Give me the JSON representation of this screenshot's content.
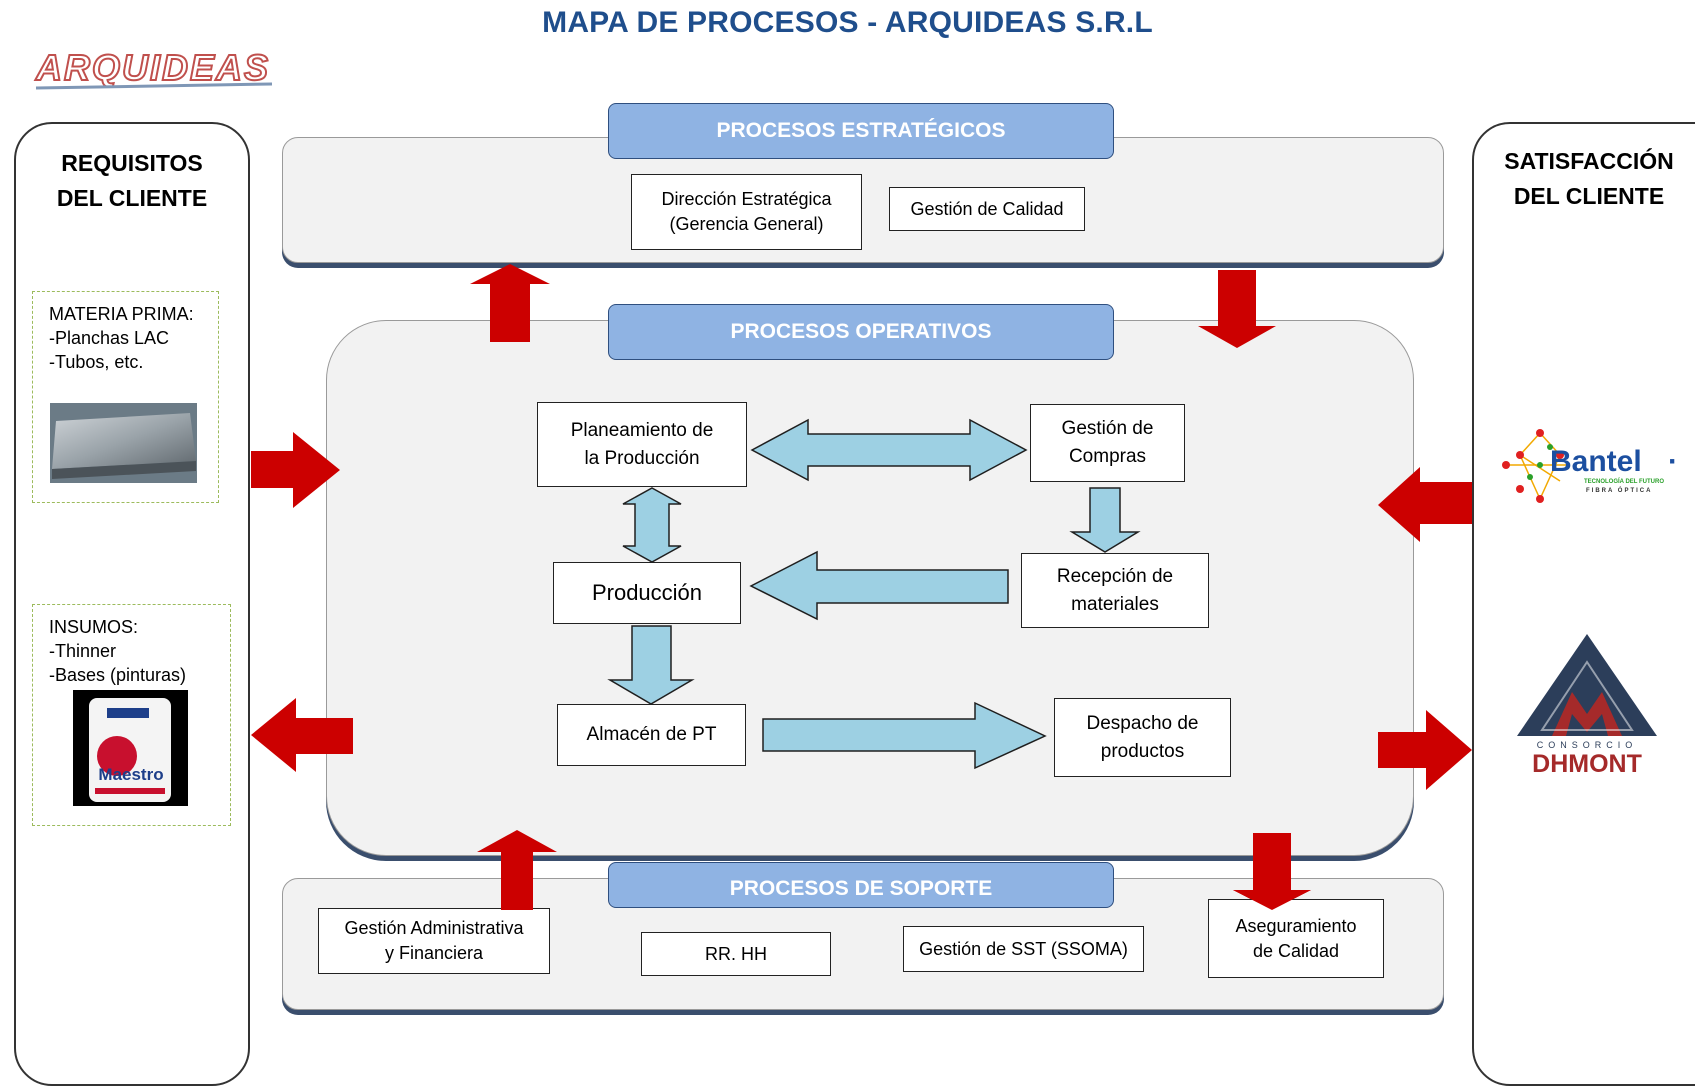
{
  "title": "MAPA DE PROCESOS - ARQUIDEAS S.R.L",
  "logo_text": "ARQUIDEAS",
  "left_panel": {
    "title_line1": "REQUISITOS",
    "title_line2": "DEL CLIENTE",
    "materia_prima": {
      "heading": "MATERIA PRIMA:",
      "items": [
        "-Planchas LAC",
        "-Tubos, etc."
      ]
    },
    "insumos": {
      "heading": "INSUMOS:",
      "items": [
        "-Thinner",
        "-Bases (pinturas)"
      ],
      "can_label": "Maestro"
    }
  },
  "right_panel": {
    "title_line1": "SATISFACCIÓN",
    "title_line2": "DEL CLIENTE",
    "client1": {
      "name": "Bantel",
      "tagline1": "TECNOLOGÍA DEL FUTURO",
      "tagline2": "FIBRA ÓPTICA"
    },
    "client2": {
      "small": "CONSORCIO",
      "name": "DHMONT"
    }
  },
  "strategic": {
    "banner": "PROCESOS ESTRATÉGICOS",
    "boxes": [
      {
        "line1": "Dirección Estratégica",
        "line2": "(Gerencia General)"
      },
      {
        "line1": "Gestión de Calidad",
        "line2": ""
      }
    ]
  },
  "operative": {
    "banner": "PROCESOS OPERATIVOS",
    "planeamiento": {
      "line1": "Planeamiento de",
      "line2": "la Producción"
    },
    "compras": {
      "line1": "Gestión de",
      "line2": "Compras"
    },
    "produccion": {
      "line1": "Producción"
    },
    "recepcion": {
      "line1": "Recepción de",
      "line2": "materiales"
    },
    "almacen": {
      "line1": "Almacén de PT"
    },
    "despacho": {
      "line1": "Despacho de",
      "line2": "productos"
    }
  },
  "support": {
    "banner": "PROCESOS DE SOPORTE",
    "boxes": [
      {
        "line1": "Gestión Administrativa",
        "line2": "y Financiera"
      },
      {
        "line1": "RR. HH",
        "line2": ""
      },
      {
        "line1": "Gestión de SST (SSOMA)",
        "line2": ""
      },
      {
        "line1": "Aseguramiento",
        "line2": "de Calidad"
      }
    ]
  },
  "colors": {
    "red_arrow": "#cc0000",
    "blue_arrow": "#9dd0e3",
    "banner_blue": "#8fb3e3",
    "title_blue": "#1f4e8c"
  }
}
